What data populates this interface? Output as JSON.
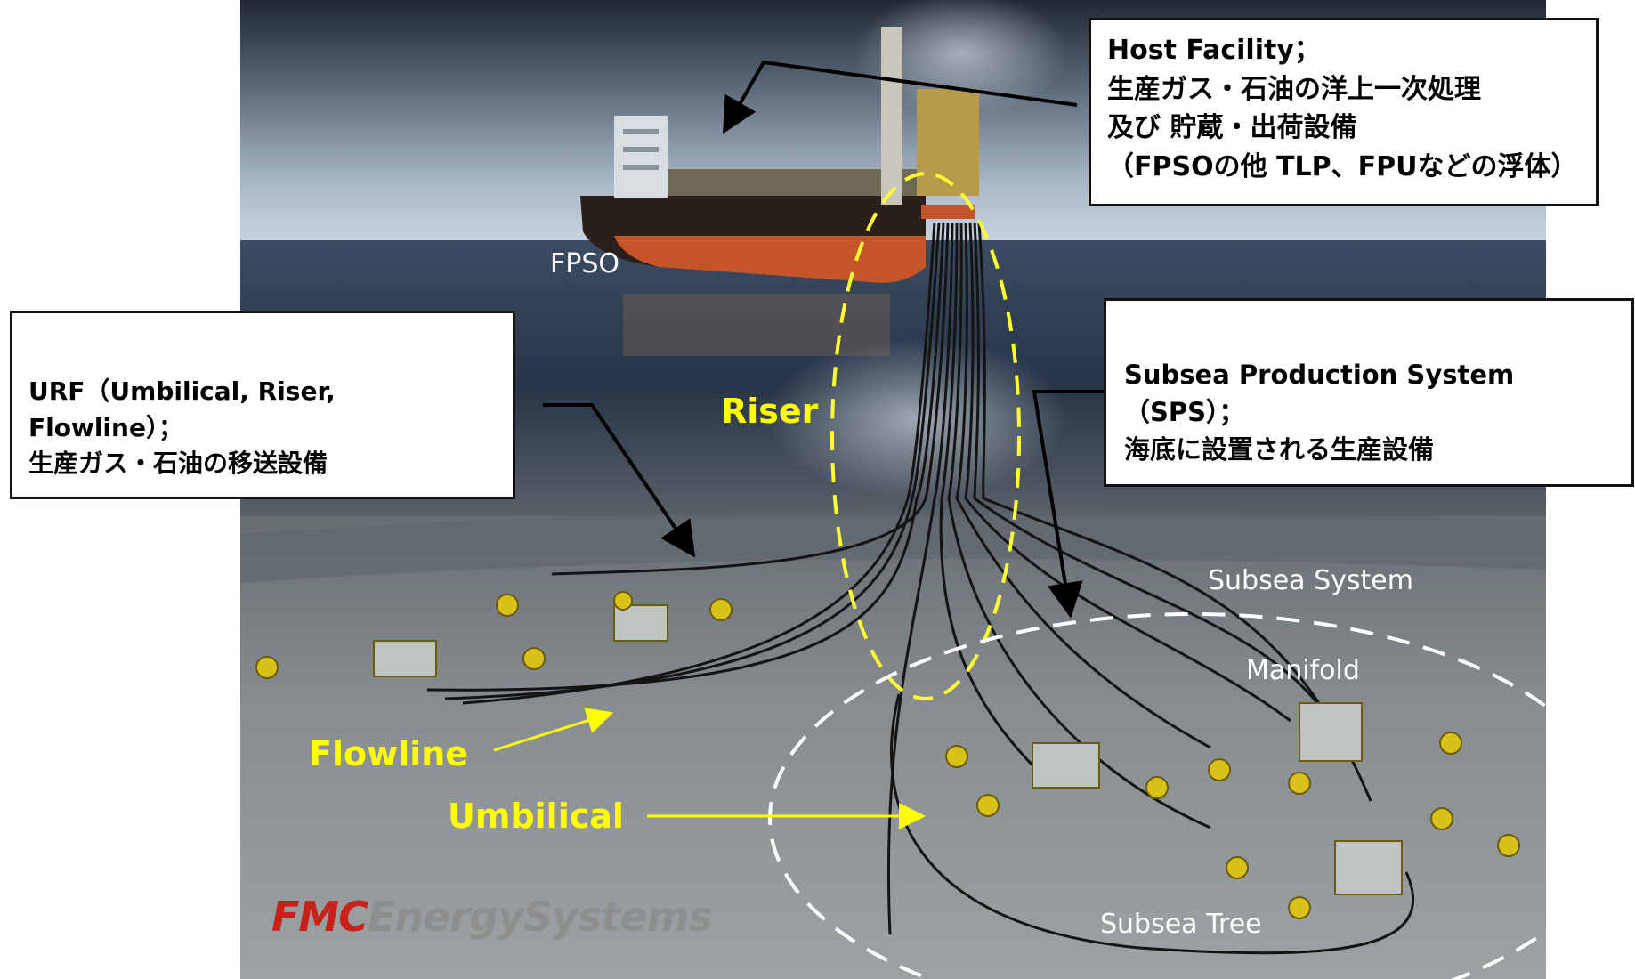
{
  "labels": {
    "fpso": "FPSO",
    "riser": "Riser",
    "flowline": "Flowline",
    "umbilical": "Umbilical",
    "subsea_system": "Subsea System",
    "manifold": "Manifold",
    "subsea_tree": "Subsea Tree"
  },
  "host_callout": {
    "line1": "Host Facility；",
    "line2": "生産ガス・石油の洋上一次処理",
    "line3": "及び 貯蔵・出荷設備",
    "line4": "（FPSOの他 TLP、FPUなどの浮体）"
  },
  "urf_callout": {
    "line1": "URF（Umbilical, Riser, Flowline）；",
    "line2": "生産ガス・石油の移送設備"
  },
  "sps_callout": {
    "line1": "Subsea Production System（SPS）；",
    "line2": "海底に設置される生産設備"
  },
  "logo": {
    "brand": "FMC",
    "division": "EnergySystems"
  },
  "colors": {
    "sky_top": "#2a3442",
    "sky_bottom": "#b8c6d4",
    "sea": "#2c3a4d",
    "seabed": "#8e9498",
    "riser_ellipse": "#ffff33",
    "subsea_ellipse": "#ffffff",
    "equipment": "#d8c21a",
    "brand_red": "#c8201a"
  }
}
